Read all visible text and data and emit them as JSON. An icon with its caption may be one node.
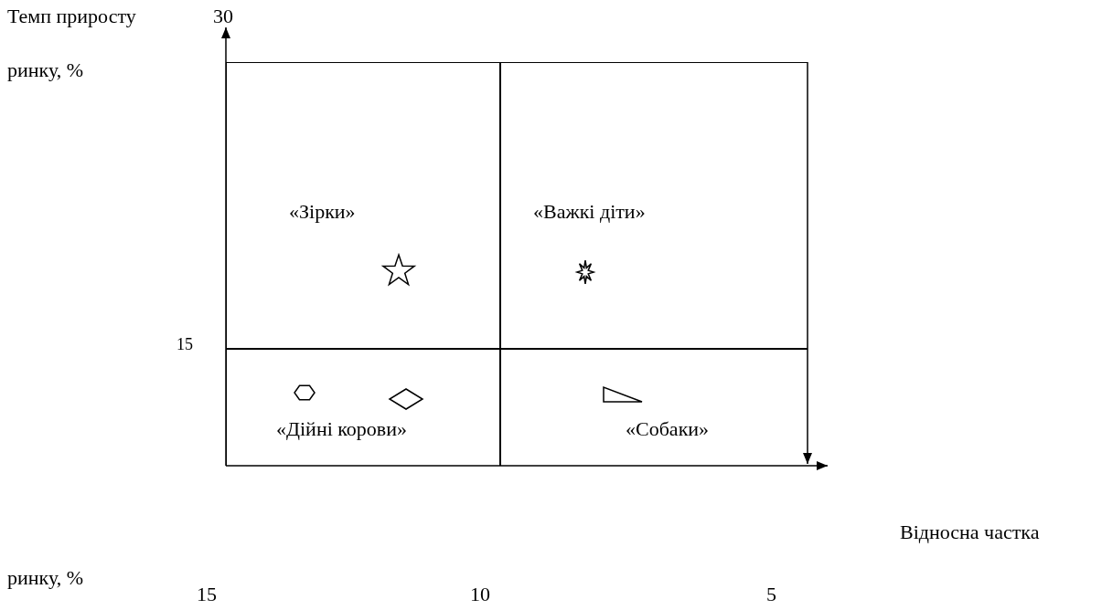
{
  "diagram": {
    "nodes": [
      {
        "text": [
          "«Зірки»"
        ]
      },
      {
        "text": [
          "«Важкі діти»"
        ]
      },
      {
        "text": [
          "«Дійні корови»"
        ]
      },
      {
        "text": [
          "«Собаки»"
        ]
      }
    ],
    "labels": [
      "Темп приросту",
      "30",
      "ринку, %",
      "15",
      "Відносна частка",
      "ринку, %",
      "15",
      "10",
      "5"
    ]
  }
}
